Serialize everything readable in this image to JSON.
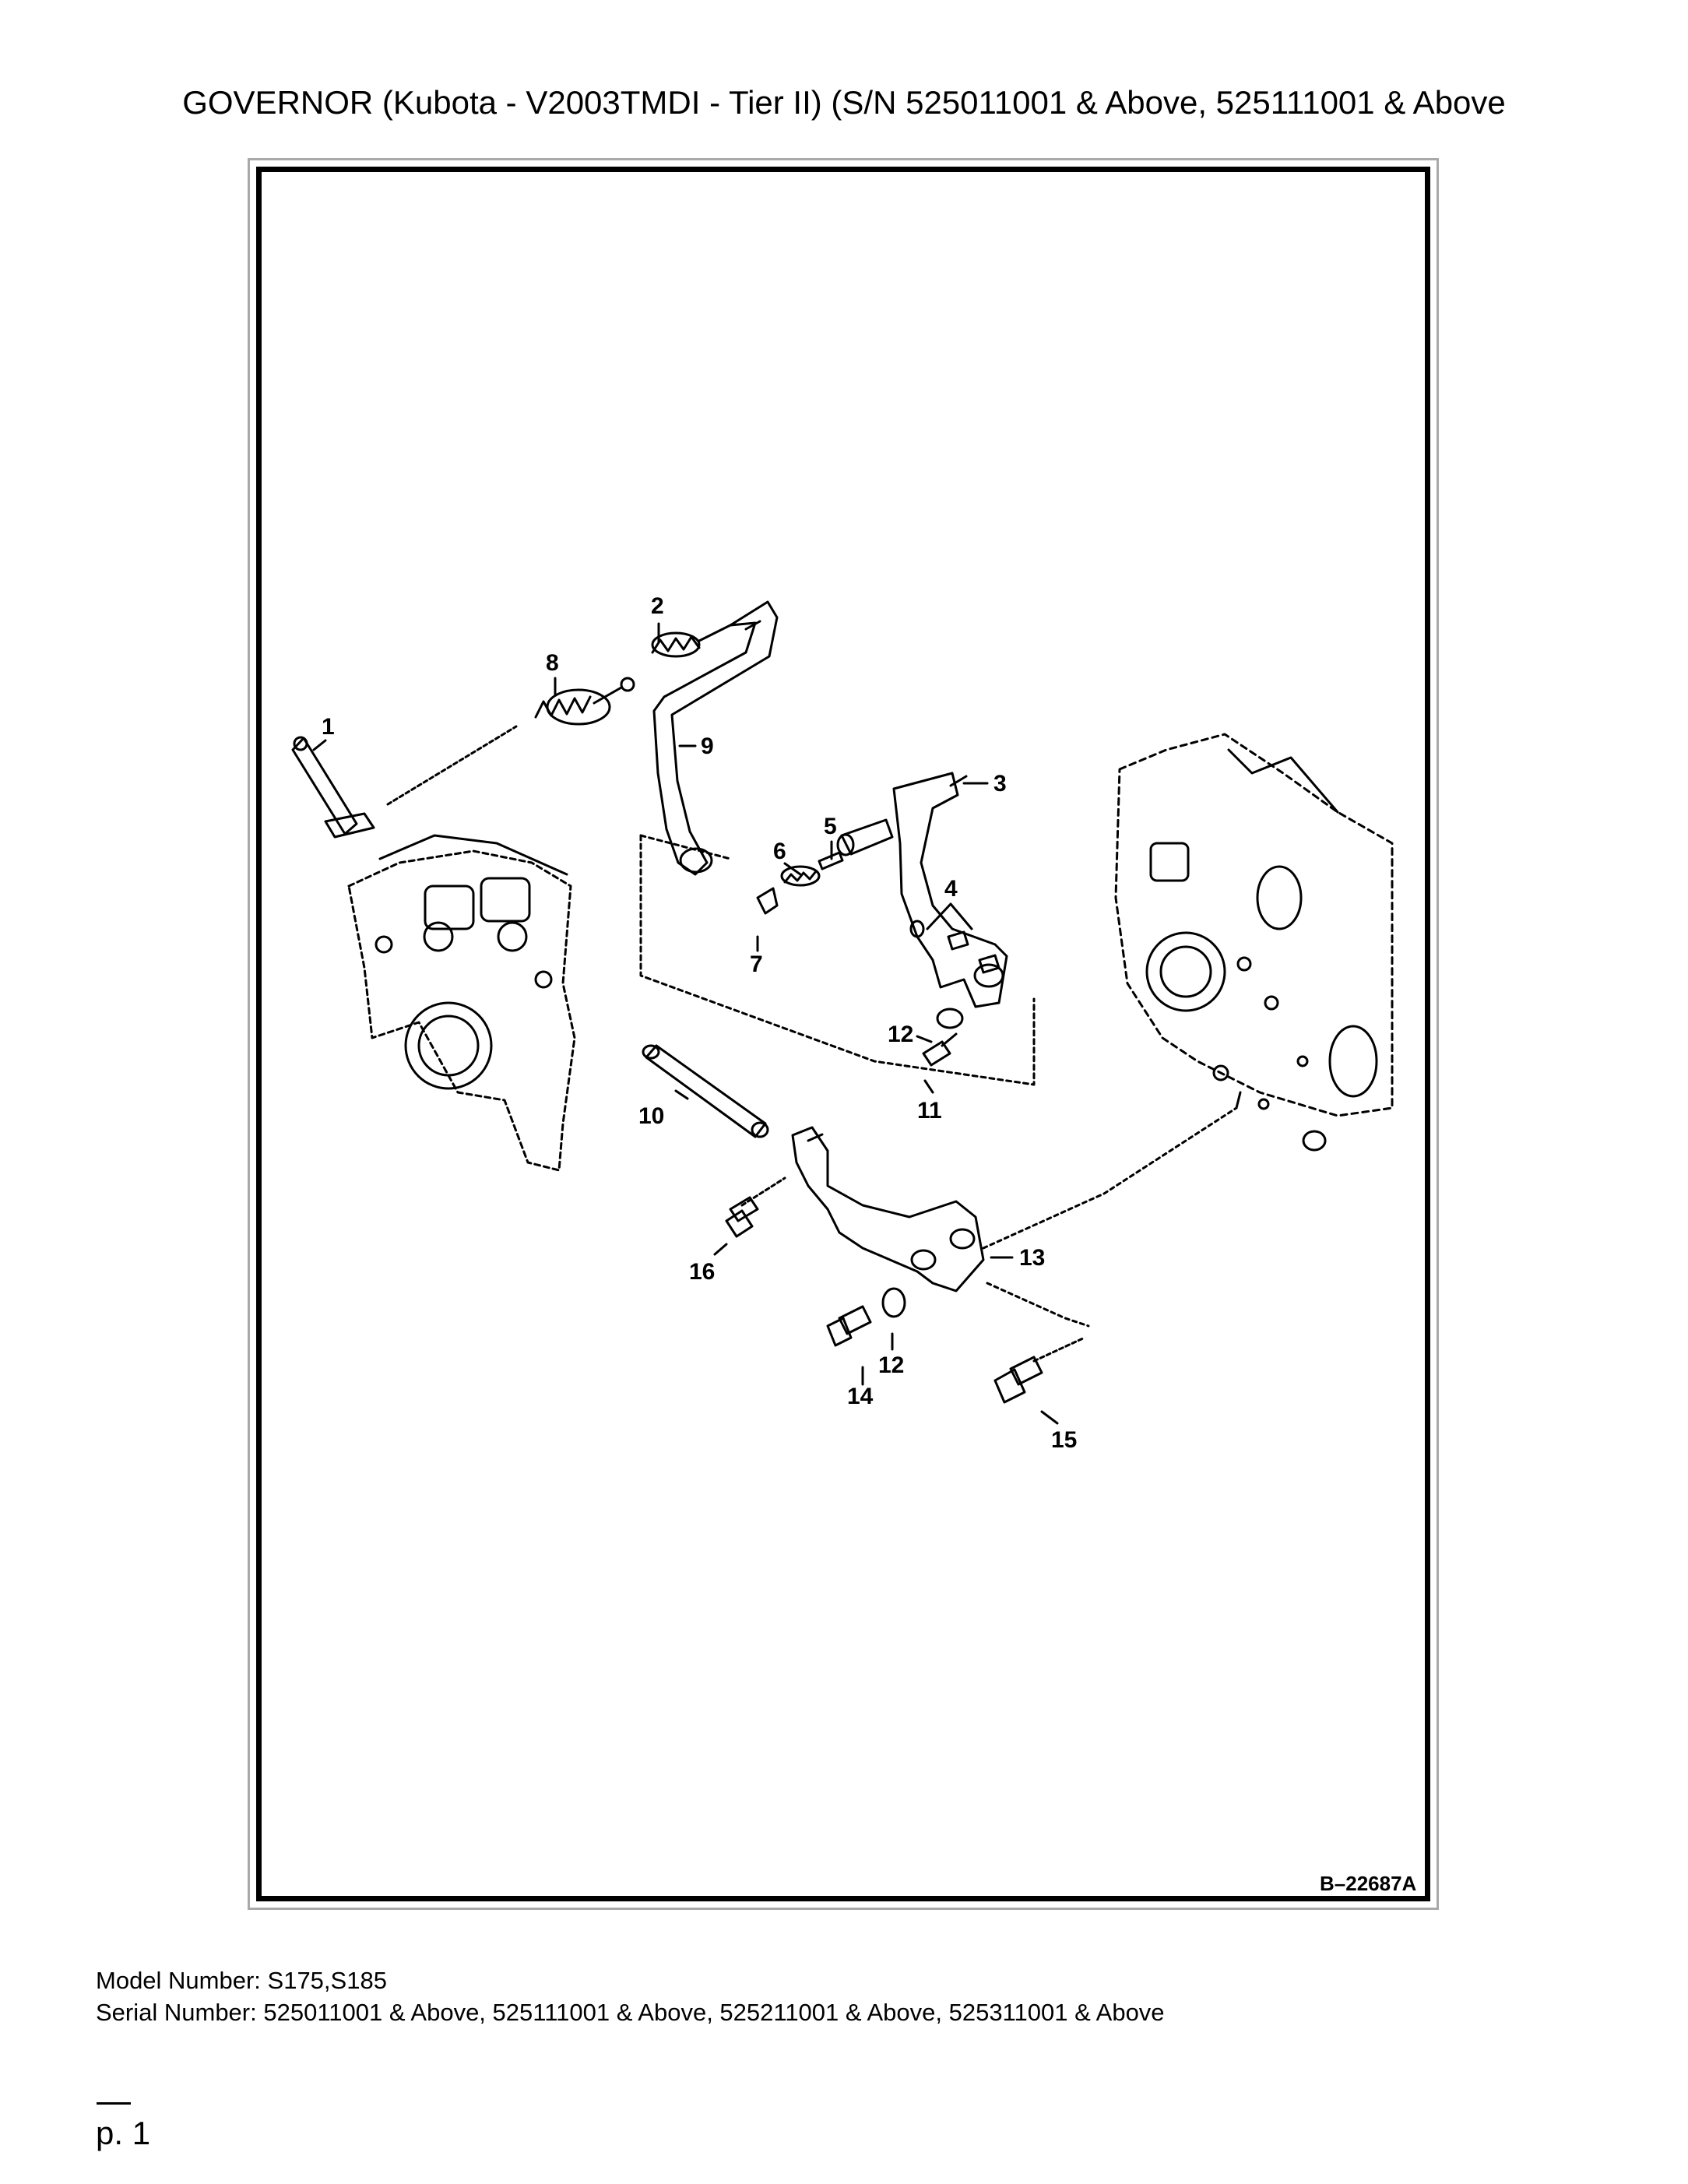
{
  "document": {
    "title": "GOVERNOR (Kubota - V2003TMDI - Tier II) (S/N 525011001 & Above, 525111001 & Above",
    "figure_id": "B–22687A",
    "model_number": "Model Number: S175,S185",
    "serial_number": "Serial Number: 525011001 & Above, 525111001 & Above, 525211001 & Above, 525311001 & Above",
    "page_number": "p. 1"
  },
  "callouts": {
    "c1": "1",
    "c2": "2",
    "c3": "3",
    "c4": "4",
    "c5": "5",
    "c6": "6",
    "c7": "7",
    "c8": "8",
    "c9": "9",
    "c10": "10",
    "c11": "11",
    "c12a": "12",
    "c12b": "12",
    "c13": "13",
    "c14": "14",
    "c15": "15",
    "c16": "16"
  }
}
